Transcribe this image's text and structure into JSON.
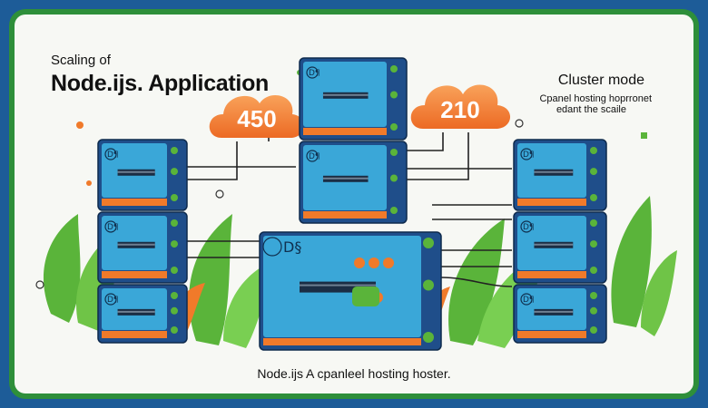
{
  "title": {
    "line1": "Scaling of",
    "line2": "Node.ijs. Application"
  },
  "side": {
    "heading": "Cluster mode",
    "line1": "Cpanel hosting hoprronet",
    "line2": "edant the scaile"
  },
  "clouds": [
    {
      "label": "450"
    },
    {
      "label": "210"
    }
  ],
  "server_badge": "D¶",
  "server_badge_large": "D§",
  "caption": "Node.ijs A cpanleel hosting hoster.",
  "colors": {
    "border_outer": "#1d5c98",
    "border_inner": "#2e8f3a",
    "server_body": "#1f4e8a",
    "server_face": "#3aa7d8",
    "accent_orange": "#f07a2a",
    "leaf_green": "#5ab43a"
  }
}
